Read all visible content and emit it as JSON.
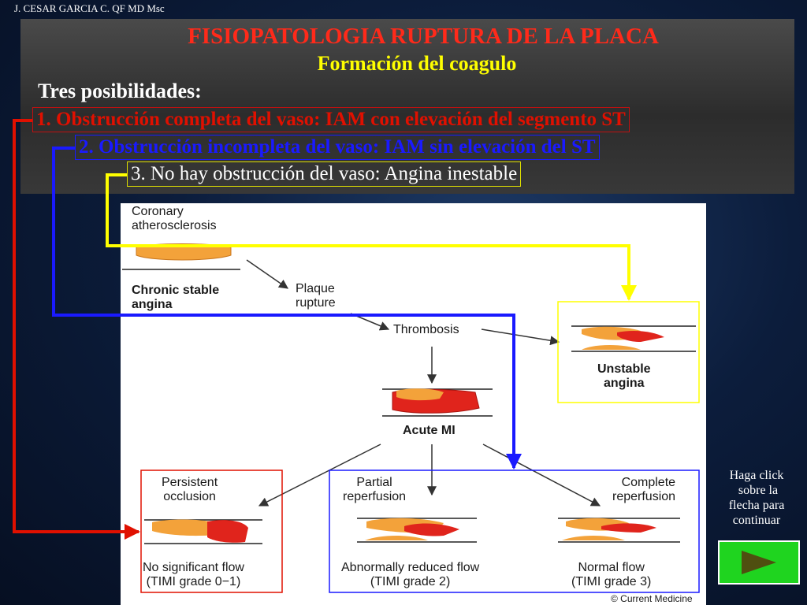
{
  "author": "J. CESAR GARCIA C.  QF  MD Msc",
  "title": "FISIOPATOLOGIA RUPTURA DE LA PLACA",
  "subtitle": "Formación del coagulo",
  "lead": "Tres posibilidades:",
  "options": [
    "1. Obstrucción completa del vaso: IAM con elevación del segmento ST",
    "2. Obstrucción incompleta del vaso: IAM sin elevación del ST",
    "3. No hay obstrucción del vaso: Angina inestable"
  ],
  "figure": {
    "coronary": "Coronary\natherosclerosis",
    "chronic": "Chronic stable\nangina",
    "plaque": "Plaque\nrupture",
    "thrombosis": "Thrombosis",
    "acute": "Acute MI",
    "persistent": "Persistent\nocclusion",
    "partial": "Partial\nreperfusion",
    "complete": "Complete\nreperfusion",
    "no_flow": "No significant flow\n(TIMI grade 0−1)",
    "reduced_flow": "Abnormally reduced flow\n(TIMI grade 2)",
    "normal_flow": "Normal flow\n(TIMI grade 3)",
    "unstable": "Unstable\nangina",
    "credit": "© Current Medicine"
  },
  "colors": {
    "title": "#ff2a1a",
    "subtitle": "#ffff00",
    "option1": "#e01000",
    "option2": "#1a1aff",
    "option3_border": "#e0e000",
    "next_button": "#1fd41f"
  },
  "hint": "Haga click\n sobre la\nflecha para\ncontinuar",
  "next_icon": "play-arrow-icon"
}
